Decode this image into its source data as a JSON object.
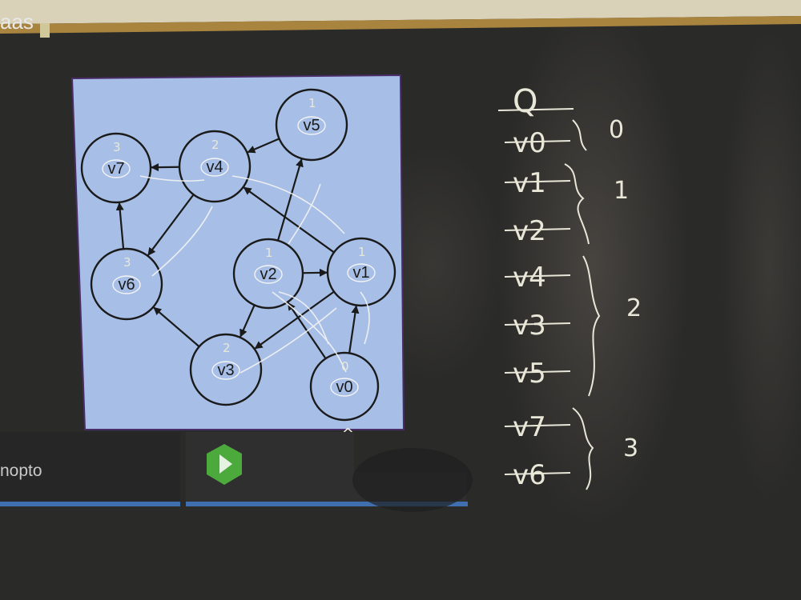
{
  "projection": {
    "graph": {
      "nodes": [
        {
          "id": "v0",
          "label": "v0"
        },
        {
          "id": "v1",
          "label": "v1"
        },
        {
          "id": "v2",
          "label": "v2"
        },
        {
          "id": "v3",
          "label": "v3"
        },
        {
          "id": "v4",
          "label": "v4"
        },
        {
          "id": "v5",
          "label": "v5"
        },
        {
          "id": "v6",
          "label": "v6"
        },
        {
          "id": "v7",
          "label": "v7"
        }
      ],
      "edges": [
        [
          "v0",
          "v2"
        ],
        [
          "v0",
          "v1"
        ],
        [
          "v1",
          "v4"
        ],
        [
          "v1",
          "v3"
        ],
        [
          "v2",
          "v1"
        ],
        [
          "v2",
          "v3"
        ],
        [
          "v2",
          "v5"
        ],
        [
          "v3",
          "v6"
        ],
        [
          "v4",
          "v7"
        ],
        [
          "v4",
          "v6"
        ],
        [
          "v5",
          "v4"
        ],
        [
          "v6",
          "v7"
        ]
      ]
    },
    "taskbar_label": "nopto"
  },
  "chalk_annotations": {
    "node_levels": {
      "v0": "0",
      "v1": "1",
      "v2": "1",
      "v3": "2",
      "v4": "2",
      "v5": "1",
      "v6": "3",
      "v7": "3"
    },
    "start_marker": "^"
  },
  "chalk_queue": {
    "header": "Q",
    "items": [
      "v0",
      "v1",
      "v2",
      "v4",
      "v3",
      "v5",
      "v7",
      "v6"
    ],
    "level_labels": [
      "0",
      "1",
      "2",
      "3"
    ]
  },
  "colors": {
    "board": "#2a2a28",
    "chalk": "#e9e7d8",
    "slide_bg": "#a7bfe6",
    "node_stroke": "#1a1a1a",
    "app_logo": "#4caa3c"
  }
}
